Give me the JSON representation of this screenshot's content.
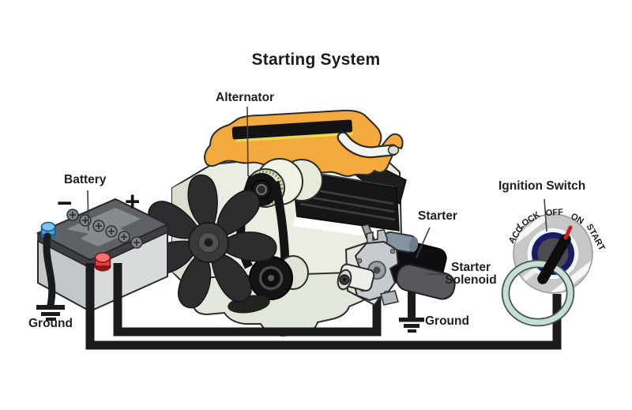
{
  "title": "Starting System",
  "components": {
    "alternator": {
      "label": "Alternator"
    },
    "battery": {
      "label": "Battery",
      "minus": "−",
      "plus": "+",
      "ground": "Ground"
    },
    "starter": {
      "label": "Starter"
    },
    "starter_solenoid": {
      "label_line1": "Starter",
      "label_line2": "Solenoid",
      "ground": "Ground"
    },
    "ignition_switch": {
      "label": "Ignition Switch",
      "positions": [
        "ACC",
        "LOCK",
        "OFF",
        "ON",
        "START"
      ]
    }
  },
  "colors": {
    "wire": "#1b1b1b",
    "engine_block": "#e9ede2",
    "valve_cover": "#f4a93c",
    "fan": "#2d2d2f",
    "battery_body": "#d8dbdc",
    "battery_top": "#5d6065",
    "negative_terminal": "#4aa3e0",
    "positive_terminal": "#e04040",
    "ignition_dial": "#c6c7c9",
    "navy_ring": "#1a1b64",
    "key_ring": "#c5dfd7",
    "indicator_red": "#ce1b20"
  }
}
